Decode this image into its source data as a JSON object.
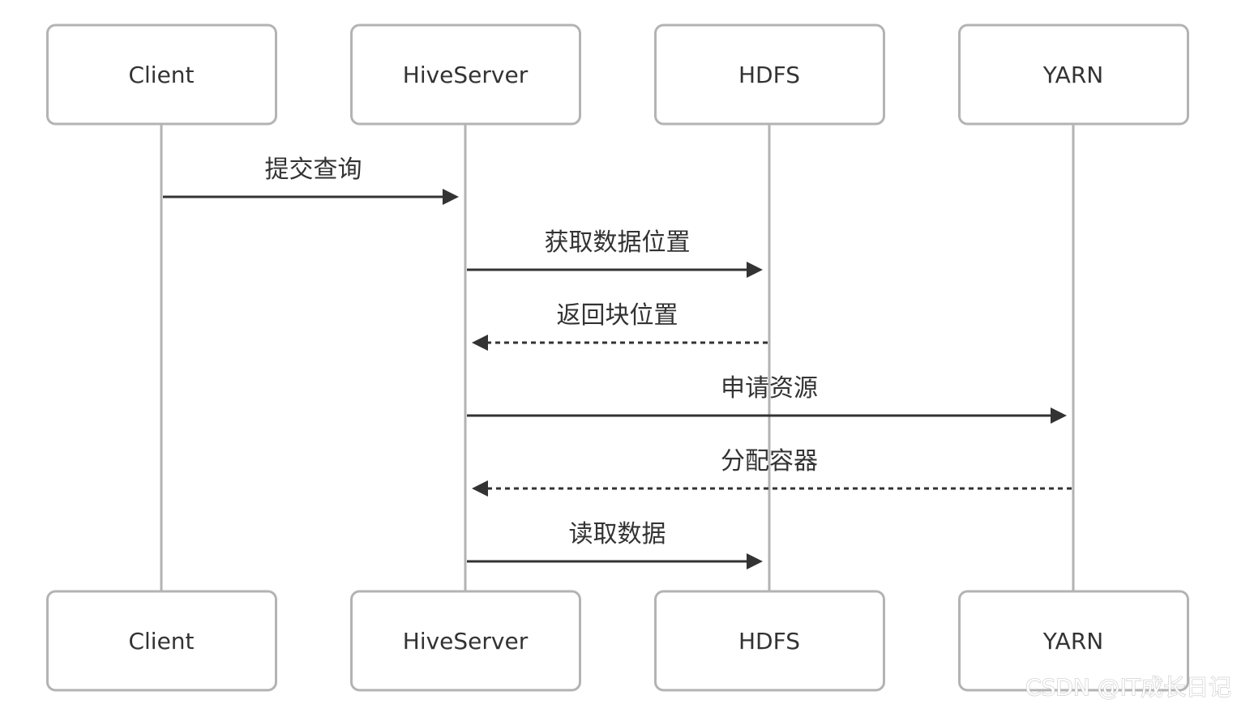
{
  "participants": [
    {
      "id": "client",
      "label": "Client"
    },
    {
      "id": "hiveserver",
      "label": "HiveServer"
    },
    {
      "id": "hdfs",
      "label": "HDFS"
    },
    {
      "id": "yarn",
      "label": "YARN"
    }
  ],
  "messages": [
    {
      "from": 0,
      "to": 1,
      "label": "提交查询",
      "style": "solid"
    },
    {
      "from": 1,
      "to": 2,
      "label": "获取数据位置",
      "style": "solid"
    },
    {
      "from": 2,
      "to": 1,
      "label": "返回块位置",
      "style": "dashed"
    },
    {
      "from": 1,
      "to": 3,
      "label": "申请资源",
      "style": "solid"
    },
    {
      "from": 3,
      "to": 1,
      "label": "分配容器",
      "style": "dashed"
    },
    {
      "from": 1,
      "to": 2,
      "label": "读取数据",
      "style": "solid"
    }
  ],
  "colors": {
    "box_stroke": "#b3b3b3",
    "lifeline": "#b3b3b3",
    "arrow": "#333333",
    "text": "#333333"
  },
  "watermark": "CSDN @IT成长日记"
}
